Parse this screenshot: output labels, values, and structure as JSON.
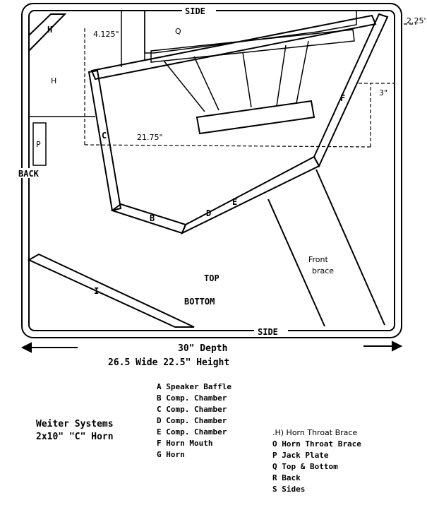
{
  "labels": {
    "side_top": "SIDE",
    "side_bottom": "SIDE",
    "back": "BACK",
    "dim_2_25": "2.25'",
    "dim_3": "3\"",
    "dim_4_125": "4.125\"",
    "dim_21_75": "21.75\"",
    "part_h_top": "H",
    "part_h_mid": "H",
    "part_q": "Q",
    "part_p": "P",
    "part_c": "C",
    "part_f": "F",
    "part_e": "E",
    "part_d": "D",
    "part_b": "B",
    "part_i": "I",
    "front_brace_1": "Front",
    "front_brace_2": "brace",
    "top": "TOP",
    "bottom": "BOTTOM",
    "depth": "30\" Depth",
    "wide_height": "26.5 Wide  22.5\" Height"
  },
  "title": {
    "line1": "Weiter Systems",
    "line2": "2x10\" \"C\" Horn"
  },
  "legend_left": [
    "A  Speaker Baffle",
    "B  Comp. Chamber",
    "C  Comp. Chamber",
    "D  Comp. Chamber",
    "E  Comp. Chamber",
    "F  Horn Mouth",
    "G  Horn"
  ],
  "legend_right_header": ".H) Horn Throat Brace",
  "legend_right": [
    "O  Horn Throat Brace",
    "P   Jack Plate",
    "Q  Top & Bottom",
    "R  Back",
    "S  Sides"
  ]
}
